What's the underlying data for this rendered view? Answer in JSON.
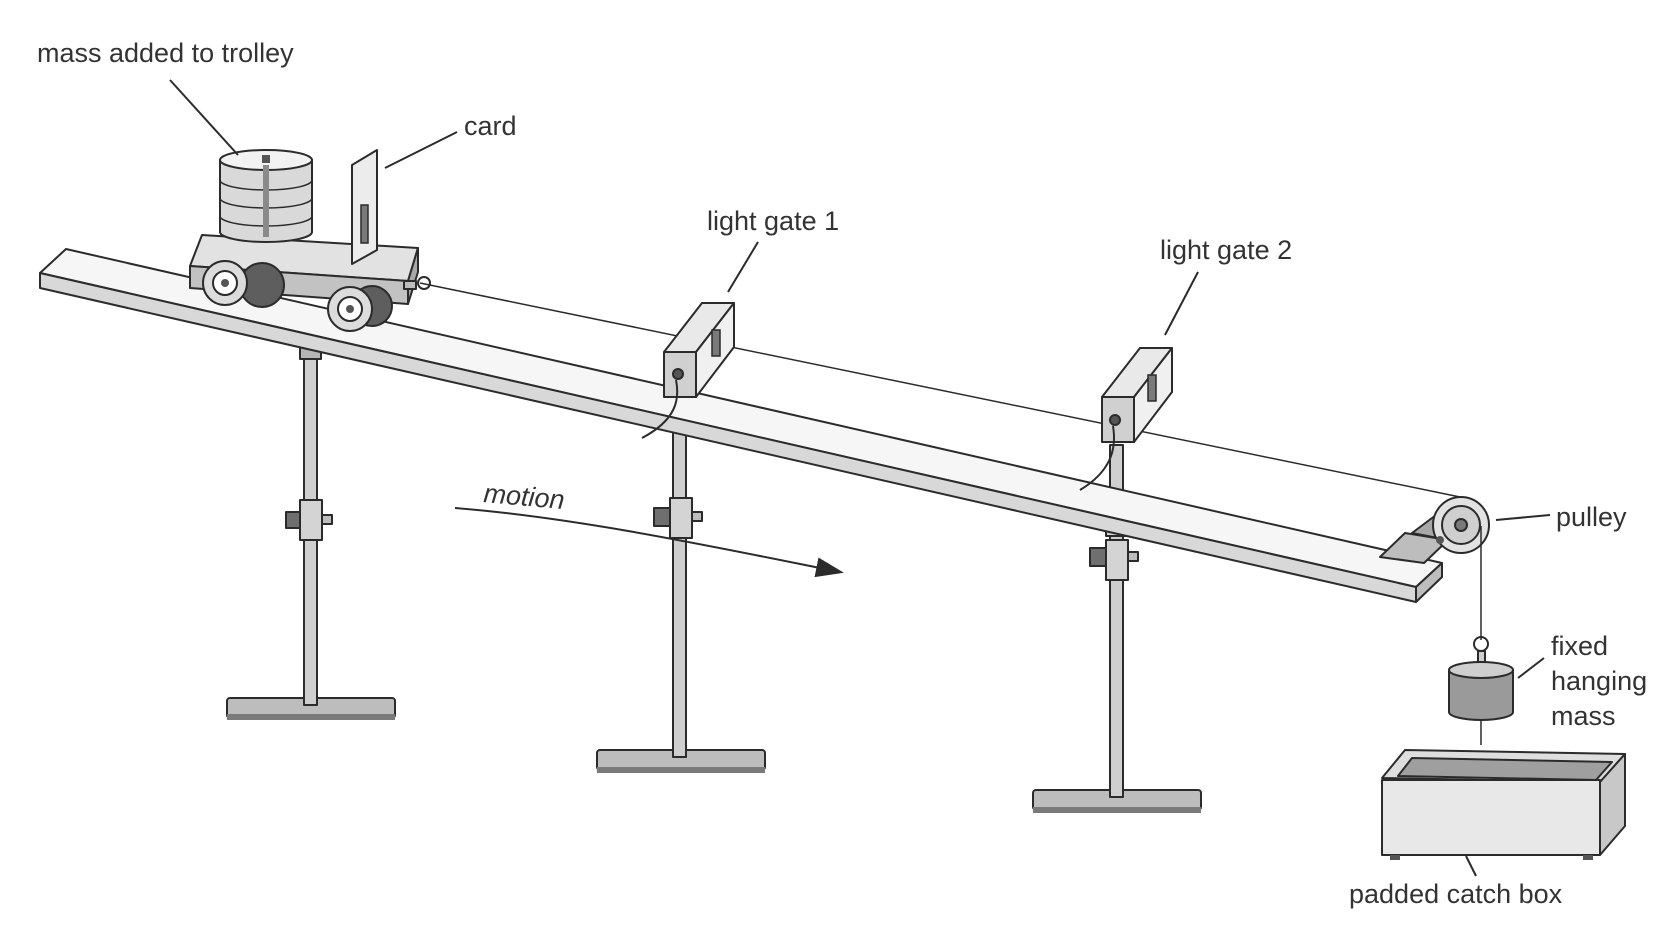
{
  "labels": {
    "mass_added": "mass added to trolley",
    "card": "card",
    "light_gate_1": "light gate 1",
    "light_gate_2": "light gate 2",
    "motion": "motion",
    "pulley": "pulley",
    "fixed_line1": "fixed",
    "fixed_line2": "hanging",
    "fixed_line3": "mass",
    "catch_box": "padded catch box"
  },
  "colors": {
    "outline": "#2b2b2b",
    "light_fill": "#efefef",
    "mid_fill": "#d6d6d6",
    "dark_fill": "#9a9a9a",
    "label_text": "#333333"
  },
  "icons": [
    "trolley",
    "slotted-masses",
    "card",
    "light-gate",
    "clamp-stand",
    "pulley",
    "hanging-mass",
    "catch-box",
    "arrow"
  ]
}
